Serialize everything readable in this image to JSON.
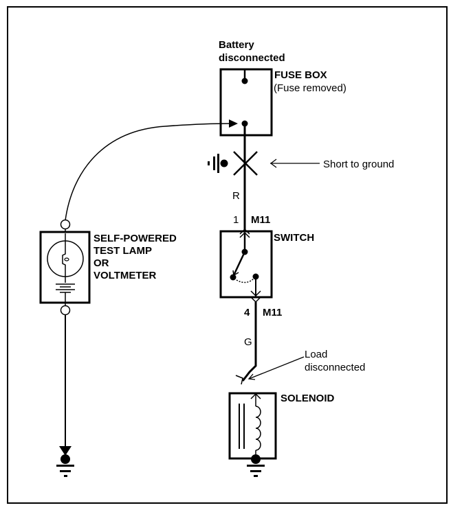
{
  "diagram": {
    "title": "Short to ground test with self-powered test lamp",
    "colors": {
      "ink": "#000000",
      "paper": "#ffffff"
    },
    "labels": {
      "battery_line1": "Battery",
      "battery_line2": "disconnected",
      "fuse_box": "FUSE BOX",
      "fuse_removed": "(Fuse removed)",
      "short_to_ground": "Short to ground",
      "wire_red": "R",
      "pin_1": "1",
      "connector_top": "M11",
      "switch": "SWITCH",
      "pin_4": "4",
      "connector_bottom": "M11",
      "wire_green": "G",
      "load_line1": "Load",
      "load_line2": "disconnected",
      "solenoid": "SOLENOID",
      "tester_line1": "SELF-POWERED",
      "tester_line2": "TEST LAMP",
      "tester_line3": "OR",
      "tester_line4": "VOLTMETER"
    },
    "components": [
      {
        "id": "fuse-box",
        "name": "Fuse box",
        "state": "fuse removed"
      },
      {
        "id": "switch",
        "name": "Switch",
        "connector": "M11",
        "pins": [
          "1",
          "4"
        ]
      },
      {
        "id": "solenoid",
        "name": "Solenoid",
        "state": "load disconnected"
      },
      {
        "id": "tester",
        "name": "Self-powered test lamp or voltmeter"
      }
    ],
    "fault": {
      "type": "short to ground",
      "wire": "R"
    }
  }
}
